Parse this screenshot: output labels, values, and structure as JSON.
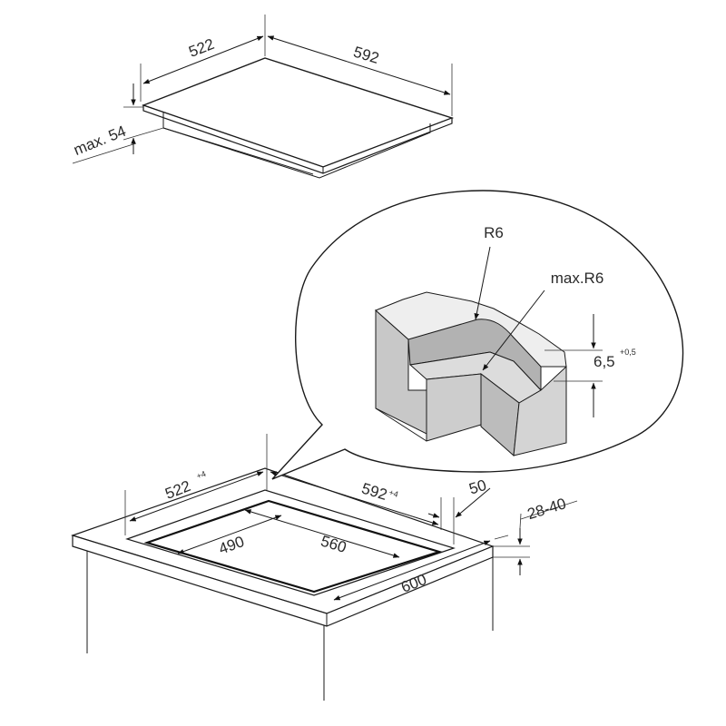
{
  "colors": {
    "line": "#1a1a1a",
    "text": "#2a2a2a",
    "hob_top": "#ffffff",
    "cut_face_light": "#d2d2d2",
    "cut_face_mid": "#bdbdbd",
    "cut_face_dark": "#a8a8a8",
    "cut_top": "#eeeeee",
    "background": "#ffffff"
  },
  "appliance": {
    "width_label": "522",
    "length_label": "592",
    "height_label": "max. 54"
  },
  "cutout": {
    "width_label": "522",
    "width_tolerance": "+4",
    "length_label": "592",
    "length_tolerance": "+4",
    "inner_width_label": "490",
    "inner_length_label": "560",
    "rear_gap_label": "50",
    "worktop_depth_label": "600",
    "worktop_thickness_label": "28-40"
  },
  "detail": {
    "radius_label": "R6",
    "max_radius_label": "max.R6",
    "step_depth_label": "6,5",
    "step_depth_tolerance": "+0,5"
  }
}
